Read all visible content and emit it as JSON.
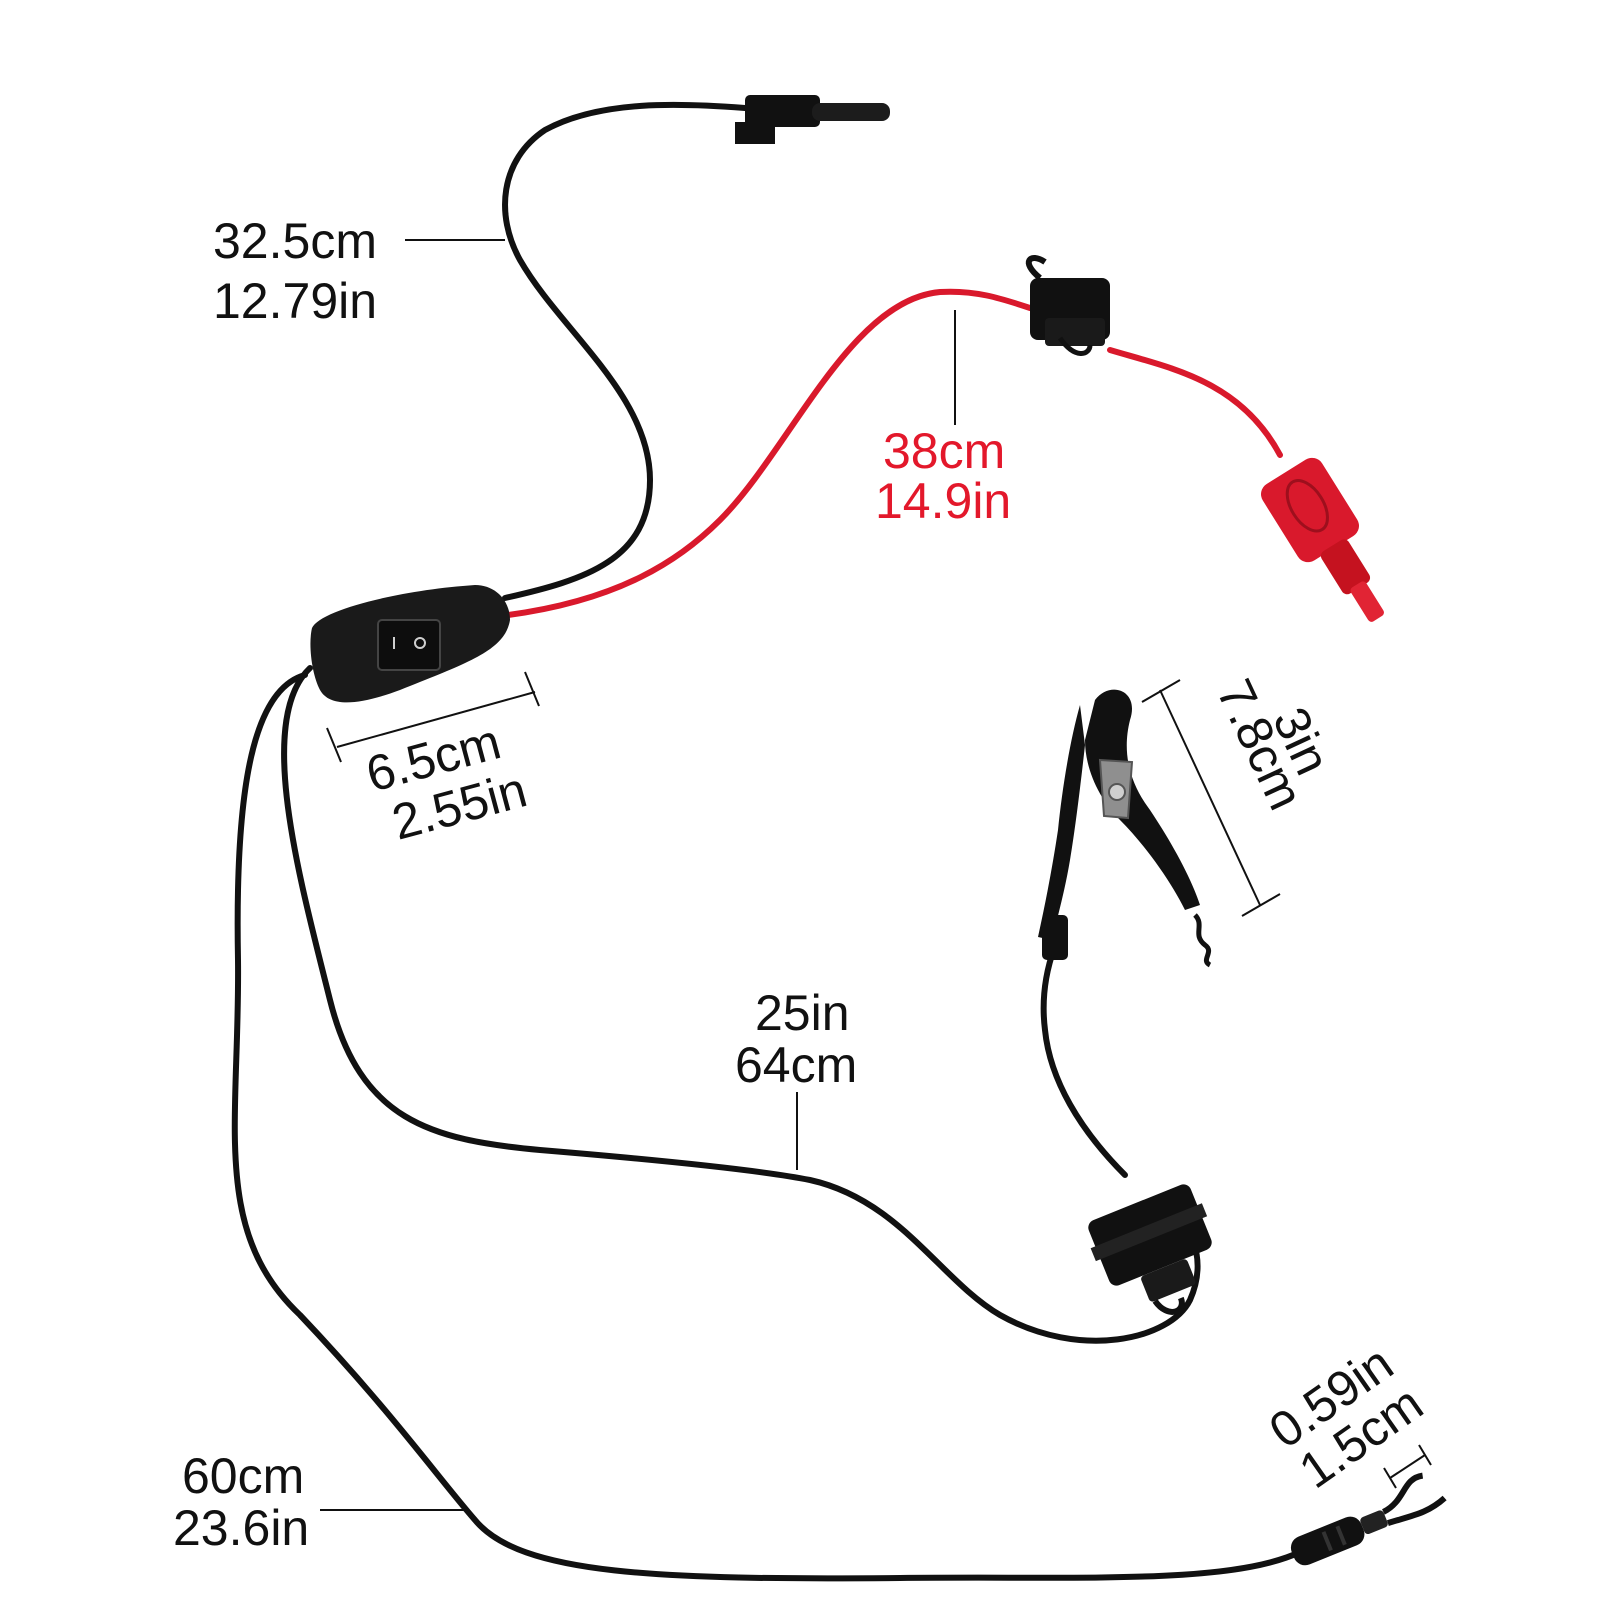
{
  "colors": {
    "wire_black": "#111111",
    "wire_red": "#d9192c",
    "label_red": "#e3182b",
    "background": "#ffffff"
  },
  "labels": {
    "top_cable": {
      "cm": "32.5cm",
      "in": "12.79in"
    },
    "red_cable": {
      "cm": "38cm",
      "in": "14.9in"
    },
    "switch_box": {
      "cm": "6.5cm",
      "in": "2.55in"
    },
    "clip": {
      "in": "3in",
      "cm": "7.8cm"
    },
    "middle_cable": {
      "in": "25in",
      "cm": "64cm"
    },
    "bottom_cable": {
      "cm": "60cm",
      "in": "23.6in"
    },
    "ring_terminal": {
      "in": "0.59in",
      "cm": "1.5cm"
    }
  },
  "icons": {
    "switch": "rocker-switch-icon",
    "fuse": "inline-fuse-holder-icon",
    "clip": "alligator-clip-icon",
    "terminal": "fork-terminal-icon",
    "plug": "banana-plug-icon"
  }
}
